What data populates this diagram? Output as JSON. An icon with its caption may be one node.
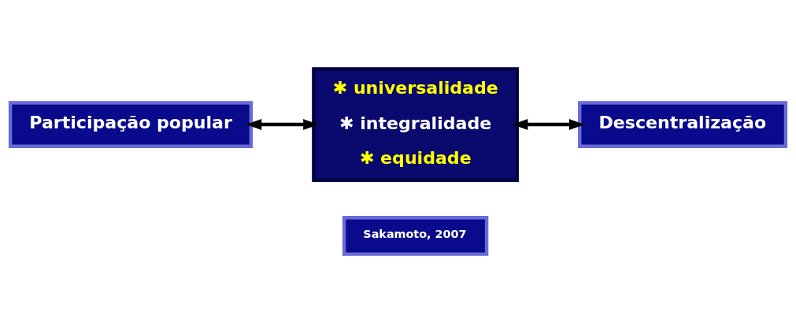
{
  "diagram": {
    "nodes": [
      {
        "text": [
          "Participação popular"
        ]
      },
      {
        "text": [
          "Descentralização"
        ]
      },
      {
        "text": [
          "✱ universalidade",
          "✱ integralidade",
          "✱ equidade"
        ]
      },
      {
        "text": [
          "Sakamoto, 2007"
        ]
      }
    ],
    "edges": [
      {
        "from": 0,
        "to": 2,
        "arrow": "both"
      },
      {
        "from": 2,
        "to": 1,
        "arrow": "both"
      }
    ]
  }
}
